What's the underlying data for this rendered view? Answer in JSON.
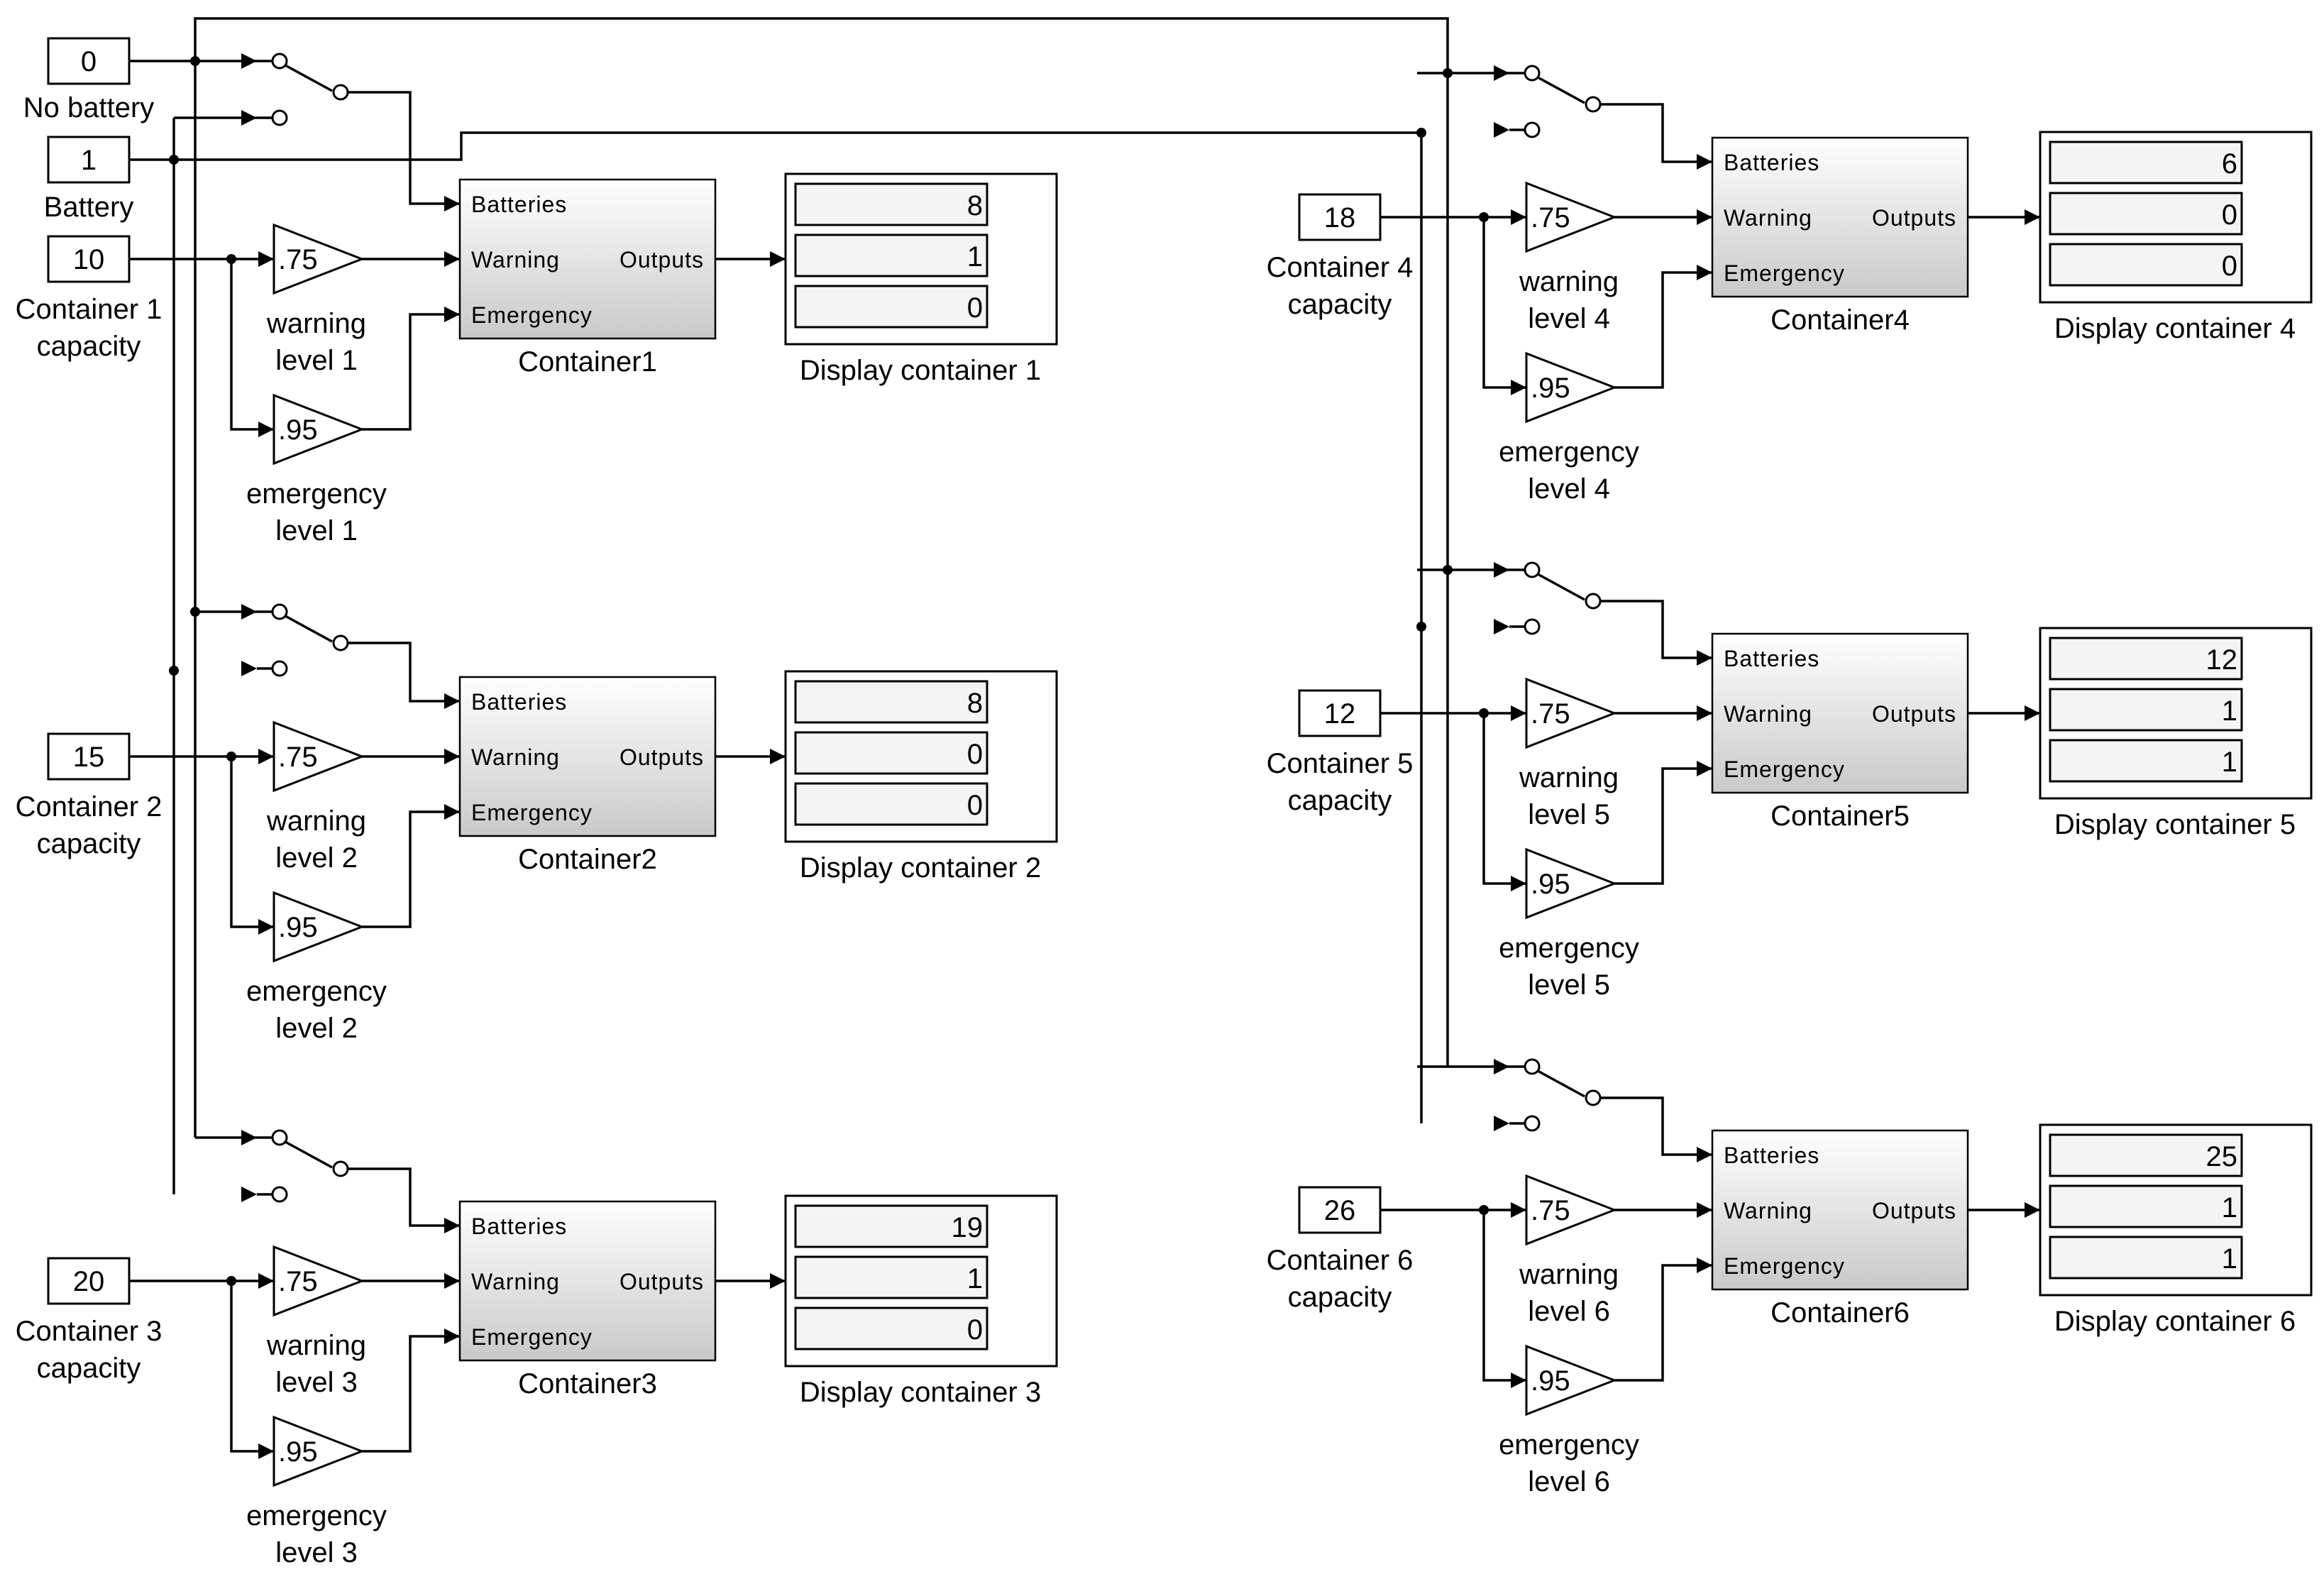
{
  "sources": {
    "no_battery": {
      "value": "0",
      "label": "No battery"
    },
    "battery": {
      "value": "1",
      "label": "Battery"
    }
  },
  "gain_values": {
    "warning": ".75",
    "emergency": ".95"
  },
  "ports": {
    "batteries": "Batteries",
    "warning": "Warning",
    "emergency": "Emergency",
    "outputs": "Outputs"
  },
  "groups": [
    {
      "capacity_value": "10",
      "capacity_label": [
        "Container 1",
        "capacity"
      ],
      "warning_label": [
        "warning",
        "level 1"
      ],
      "emergency_label": [
        "emergency",
        "level 1"
      ],
      "container_name": "Container1",
      "display_name": "Display container 1",
      "display_values": [
        "8",
        "1",
        "0"
      ]
    },
    {
      "capacity_value": "15",
      "capacity_label": [
        "Container 2",
        "capacity"
      ],
      "warning_label": [
        "warning",
        "level 2"
      ],
      "emergency_label": [
        "emergency",
        "level 2"
      ],
      "container_name": "Container2",
      "display_name": "Display container 2",
      "display_values": [
        "8",
        "0",
        "0"
      ]
    },
    {
      "capacity_value": "20",
      "capacity_label": [
        "Container 3",
        "capacity"
      ],
      "warning_label": [
        "warning",
        "level 3"
      ],
      "emergency_label": [
        "emergency",
        "level 3"
      ],
      "container_name": "Container3",
      "display_name": "Display container 3",
      "display_values": [
        "19",
        "1",
        "0"
      ]
    },
    {
      "capacity_value": "18",
      "capacity_label": [
        "Container 4",
        "capacity"
      ],
      "warning_label": [
        "warning",
        "level 4"
      ],
      "emergency_label": [
        "emergency",
        "level 4"
      ],
      "container_name": "Container4",
      "display_name": "Display container 4",
      "display_values": [
        "6",
        "0",
        "0"
      ]
    },
    {
      "capacity_value": "12",
      "capacity_label": [
        "Container 5",
        "capacity"
      ],
      "warning_label": [
        "warning",
        "level 5"
      ],
      "emergency_label": [
        "emergency",
        "level 5"
      ],
      "container_name": "Container5",
      "display_name": "Display container 5",
      "display_values": [
        "12",
        "1",
        "1"
      ]
    },
    {
      "capacity_value": "26",
      "capacity_label": [
        "Container 6",
        "capacity"
      ],
      "warning_label": [
        "warning",
        "level 6"
      ],
      "emergency_label": [
        "emergency",
        "level 6"
      ],
      "container_name": "Container6",
      "display_name": "Display container 6",
      "display_values": [
        "25",
        "1",
        "1"
      ]
    }
  ]
}
